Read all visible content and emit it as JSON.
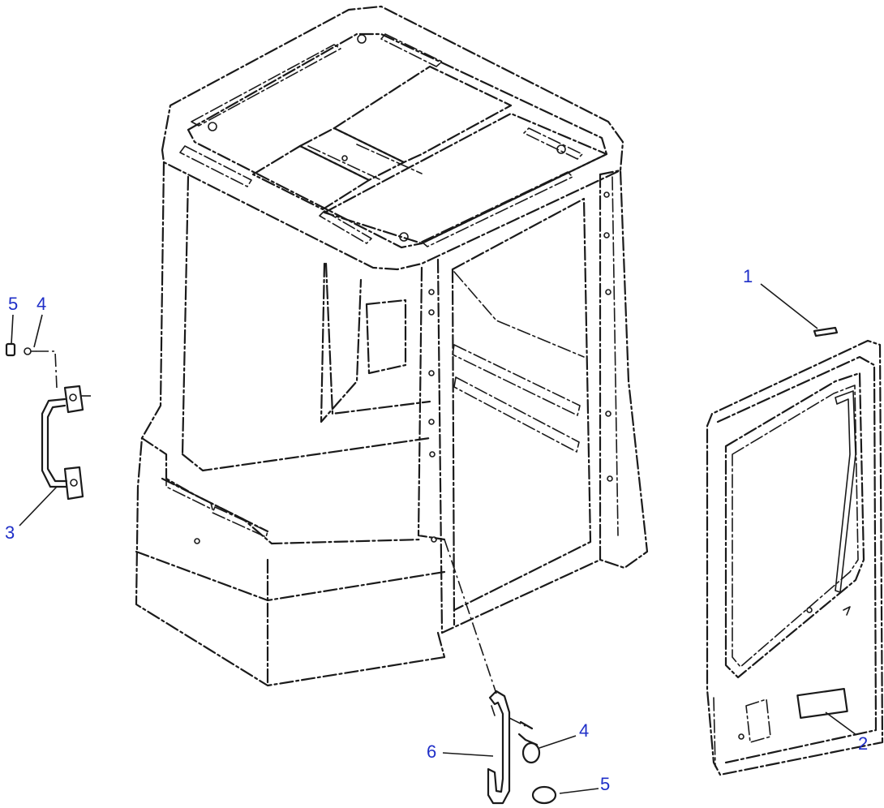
{
  "callouts": [
    {
      "id": "c1",
      "label": "1"
    },
    {
      "id": "c2",
      "label": "2"
    },
    {
      "id": "c3",
      "label": "3"
    },
    {
      "id": "c4a",
      "label": "4"
    },
    {
      "id": "c4b",
      "label": "4"
    },
    {
      "id": "c5a",
      "label": "5"
    },
    {
      "id": "c5b",
      "label": "5"
    },
    {
      "id": "c6",
      "label": "6"
    }
  ],
  "colors": {
    "callout": "#1f2fc8",
    "line": "#1a1a1a",
    "background": "#ffffff"
  }
}
